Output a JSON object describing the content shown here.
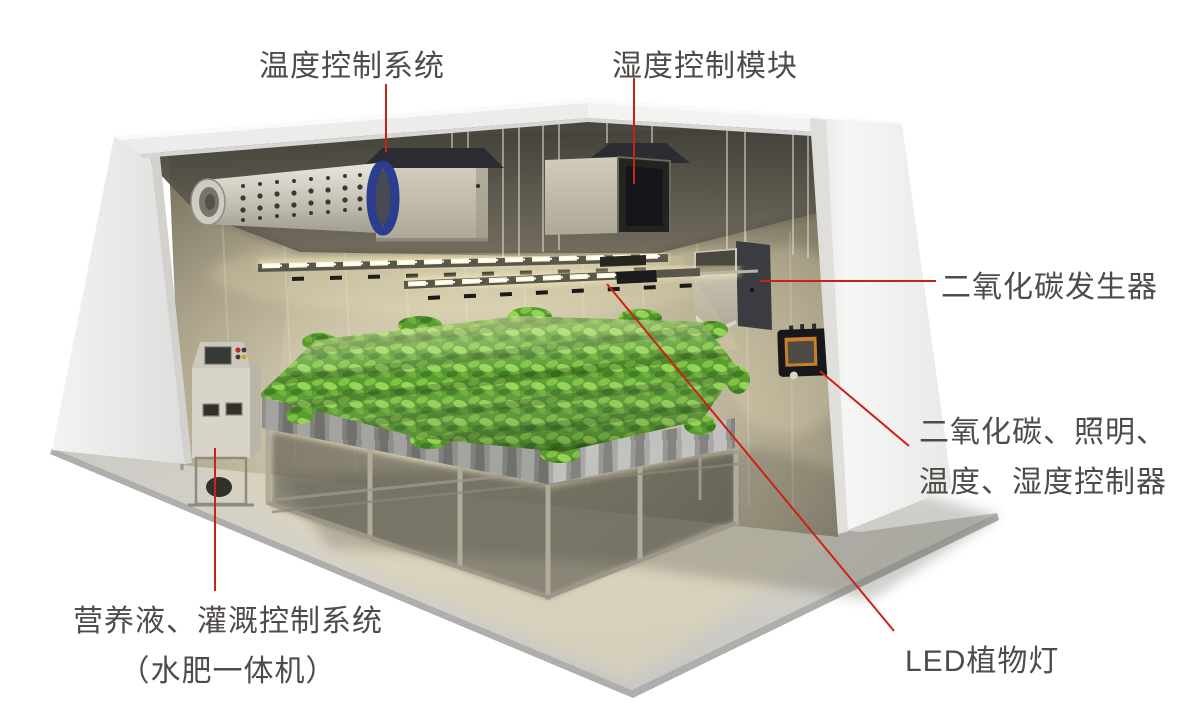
{
  "labels": {
    "temperature": "温度控制系统",
    "humidity": "湿度控制模块",
    "co2_generator": "二氧化碳发生器",
    "controller_line1": "二氧化碳、照明、",
    "controller_line2": "温度、湿度控制器",
    "nutrient_line1": "营养液、灌溉控制系统",
    "nutrient_line2": "（水肥一体机）",
    "led_light": "LED植物灯"
  },
  "colors": {
    "label_text": "#4f4b48",
    "leader_line": "#cb2218",
    "duct_collar_blue": "#2c3c8e",
    "plant_green": "#6fb039",
    "interior_wall": "#b3ab93",
    "outer_shell": "#ededec",
    "floor": "#cbcbc8",
    "controller_screen": "#c87f28"
  }
}
